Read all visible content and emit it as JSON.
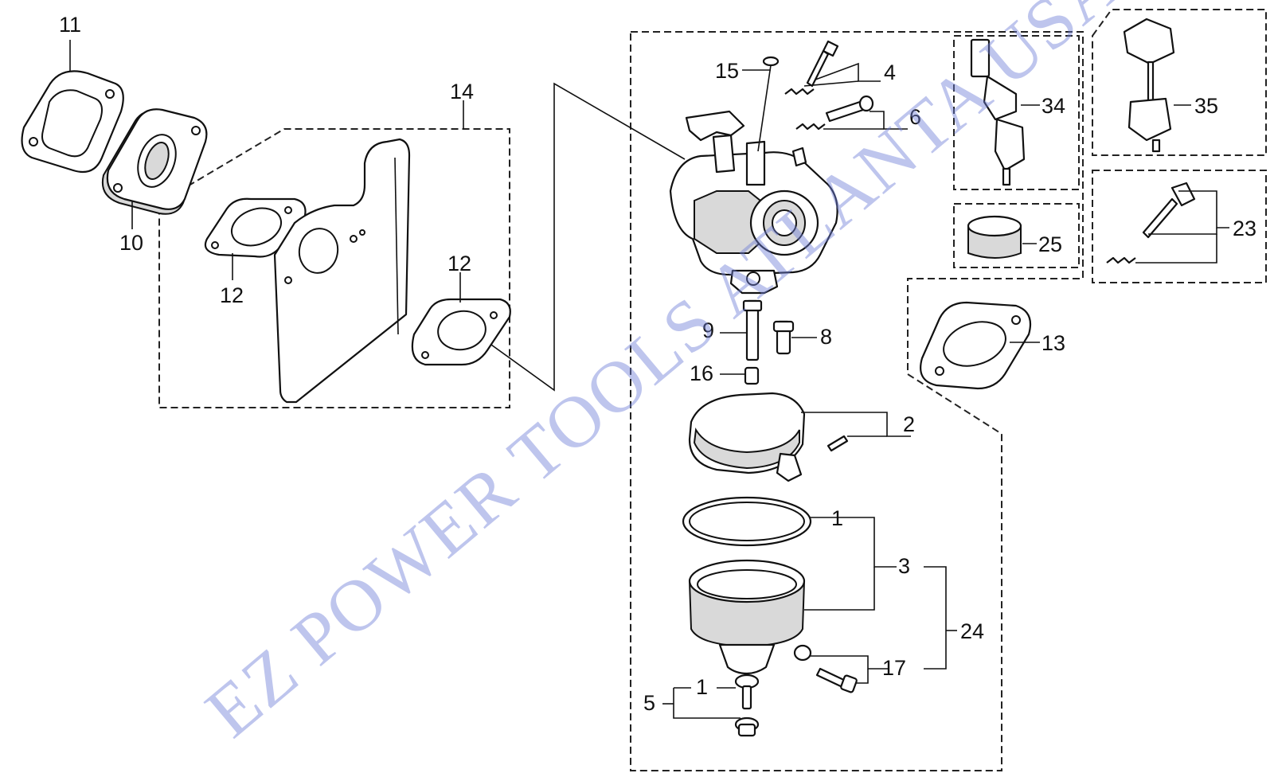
{
  "watermark": "EZ POWER TOOLS ATLANTA USA",
  "callouts": {
    "c1a": "1",
    "c1b": "1",
    "c2": "2",
    "c3": "3",
    "c4": "4",
    "c5": "5",
    "c6": "6",
    "c8": "8",
    "c9": "9",
    "c10": "10",
    "c11": "11",
    "c12a": "12",
    "c12b": "12",
    "c13": "13",
    "c14": "14",
    "c15": "15",
    "c16": "16",
    "c17": "17",
    "c23": "23",
    "c24": "24",
    "c25": "25",
    "c34": "34",
    "c35": "35"
  },
  "colors": {
    "line": "#111111",
    "watermark": "#6f7fd8",
    "background": "#ffffff"
  }
}
